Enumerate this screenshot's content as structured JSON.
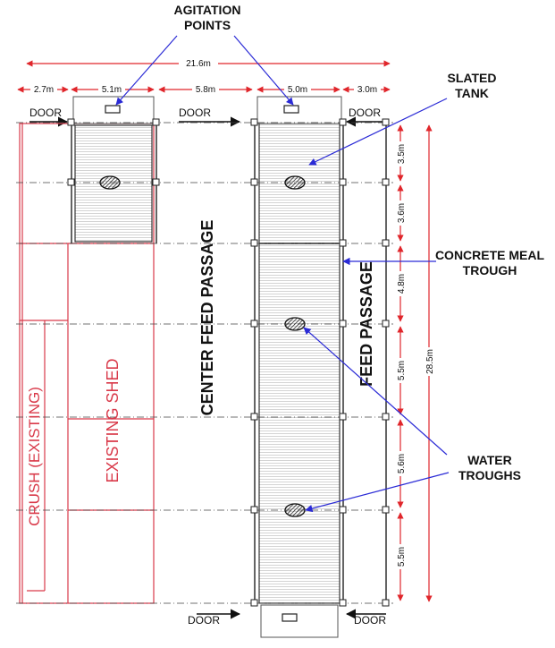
{
  "labels": {
    "agitation_line1": "AGITATION",
    "agitation_line2": "POINTS",
    "slated_line1": "SLATED",
    "slated_line2": "TANK",
    "trough_line1": "CONCRETE MEAL",
    "trough_line2": "TROUGH",
    "water_line1": "WATER",
    "water_line2": "TROUGHS",
    "center_feed": "CENTER FEED PASSAGE",
    "feed": "FEED PASSAGE",
    "existing_shed": "EXISTING SHED",
    "crush": "CRUSH (EXISTING)",
    "door": "DOOR"
  },
  "dimensions": {
    "total_width": "21.6m",
    "widths": [
      "2.7m",
      "5.1m",
      "5.8m",
      "5.0m",
      "3.0m"
    ],
    "total_length": "28.5m",
    "bays": [
      "3.5m",
      "3.6m",
      "4.8m",
      "5.5m",
      "5.6m",
      "5.5m"
    ]
  },
  "colors": {
    "dimension": "#e0262b",
    "existing": "#d93a4a",
    "leader": "#2b2bd6",
    "ink": "#111111",
    "slat": "#c9c9c9"
  }
}
